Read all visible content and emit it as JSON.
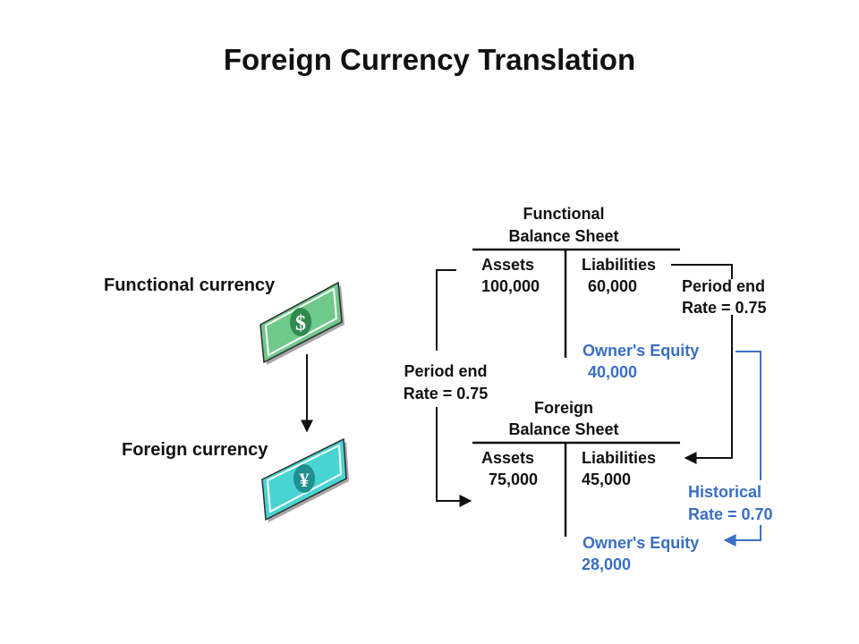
{
  "title": "Foreign Currency Translation",
  "left": {
    "functional_label": "Functional currency",
    "foreign_label": "Foreign currency",
    "functional_icon": "dollar-bill-icon",
    "foreign_icon": "yen-bill-icon",
    "dollar_symbol": "$",
    "yen_symbol": "¥"
  },
  "functional_sheet": {
    "title_line1": "Functional",
    "title_line2": "Balance Sheet",
    "assets_label": "Assets",
    "assets_value": "100,000",
    "liabilities_label": "Liabilities",
    "liabilities_value": "60,000",
    "equity_label": "Owner's Equity",
    "equity_value": "40,000"
  },
  "foreign_sheet": {
    "title_line1": "Foreign",
    "title_line2": "Balance Sheet",
    "assets_label": "Assets",
    "assets_value": "75,000",
    "liabilities_label": "Liabilities",
    "liabilities_value": "45,000",
    "equity_label": "Owner's Equity",
    "equity_value": "28,000"
  },
  "rates": {
    "left_line1": "Period end",
    "left_line2": "Rate = 0.75",
    "right_line1": "Period end",
    "right_line2": "Rate = 0.75",
    "historical_line1": "Historical",
    "historical_line2": "Rate = 0.70"
  },
  "colors": {
    "text": "#111111",
    "equity": "#3a6fc4",
    "dollar_bill": "#6fc98a",
    "yen_bill": "#49d4d4"
  }
}
